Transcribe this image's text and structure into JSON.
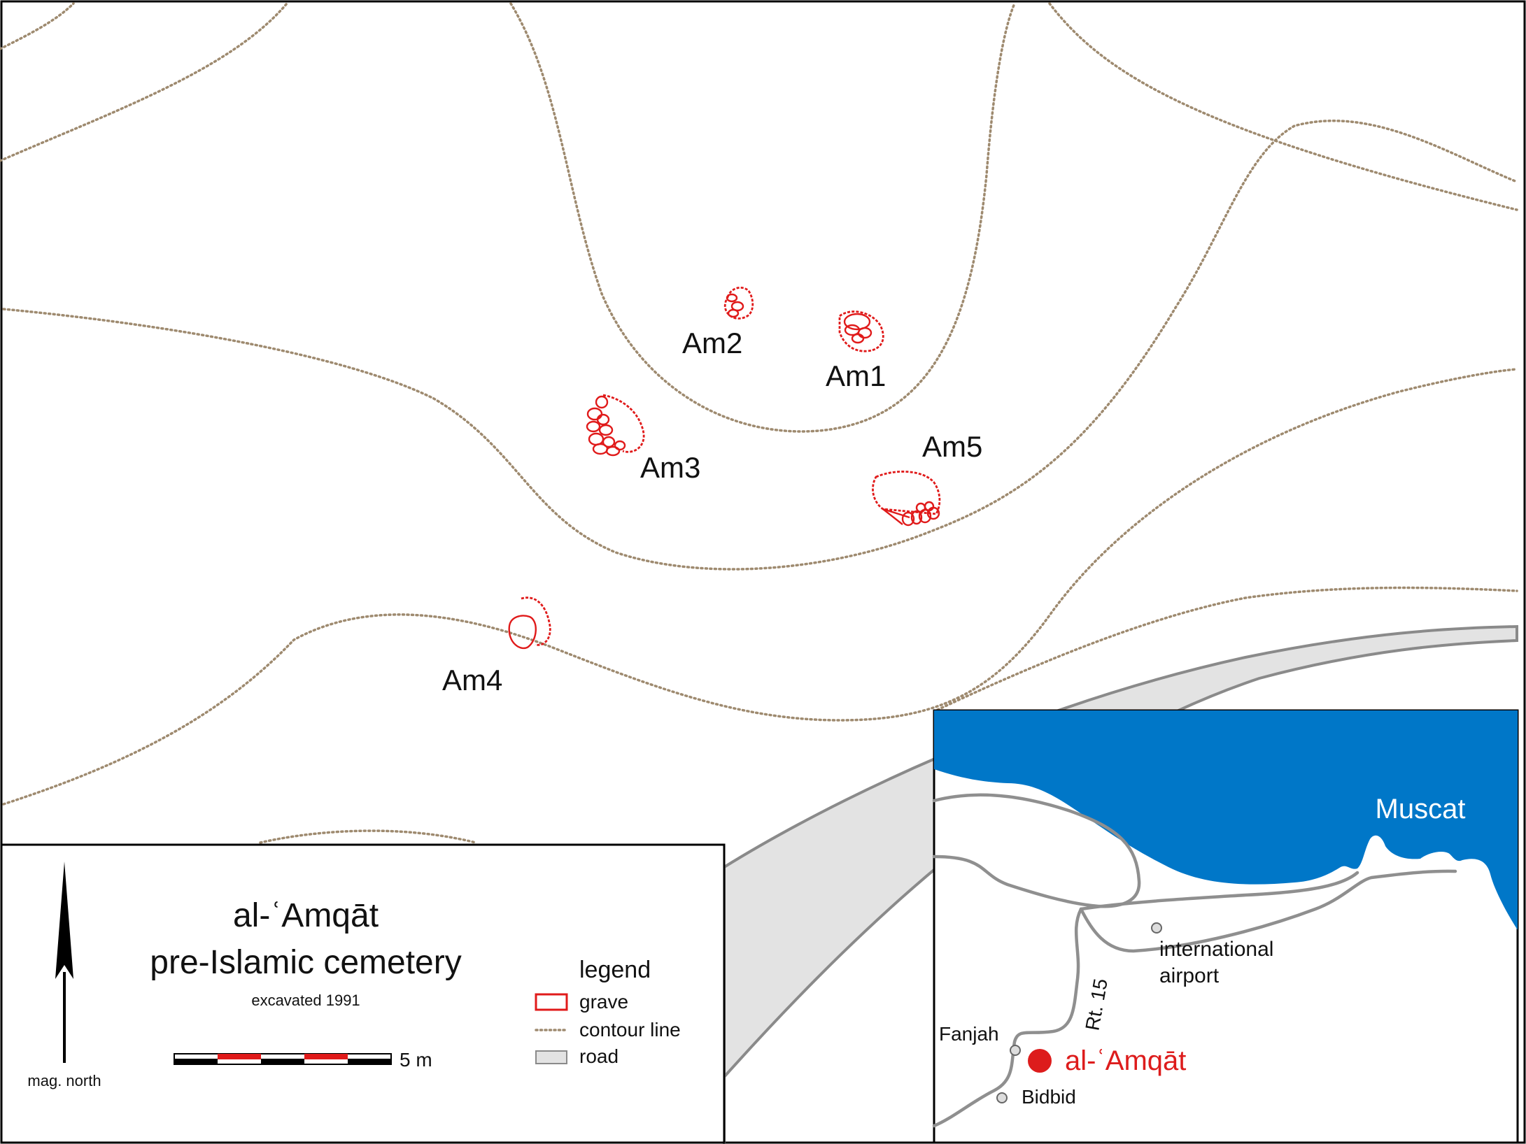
{
  "title": {
    "line1": "al-ʿAmqāt",
    "line2": "pre-Islamic cemetery",
    "subtitle": "excavated 1991"
  },
  "north_arrow": {
    "label": "mag. north"
  },
  "scale_bar": {
    "label": "5 m"
  },
  "legend": {
    "heading": "legend",
    "items": [
      {
        "symbol": "grave-swatch",
        "label": "grave"
      },
      {
        "symbol": "contour-swatch",
        "label": "contour line"
      },
      {
        "symbol": "road-swatch",
        "label": "road"
      }
    ]
  },
  "graves": [
    {
      "id": "Am1",
      "label": "Am1"
    },
    {
      "id": "Am2",
      "label": "Am2"
    },
    {
      "id": "Am3",
      "label": "Am3"
    },
    {
      "id": "Am4",
      "label": "Am4"
    },
    {
      "id": "Am5",
      "label": "Am5"
    }
  ],
  "inset": {
    "city": "Muscat",
    "airport_line1": "international",
    "airport_line2": "airport",
    "route": "Rt. 15",
    "town1": "Fanjah",
    "town2": "Bidbid",
    "site": "al-ʿAmqāt"
  },
  "colors": {
    "sea": "#0077c8",
    "grave": "#e01a1a",
    "contour": "#9e8a6f",
    "road_fill": "#e3e3e3",
    "road_stroke": "#8a8a8a",
    "site_marker": "#dd1c1c"
  }
}
